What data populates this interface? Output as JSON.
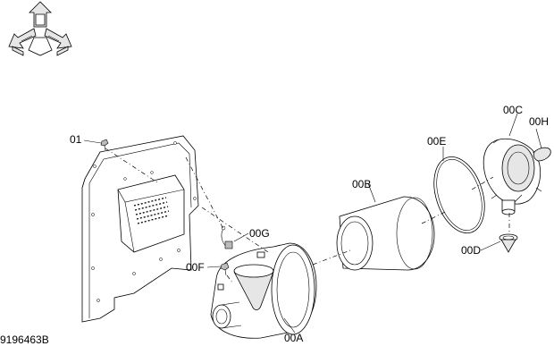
{
  "labels": {
    "p01": "01",
    "p00A": "00A",
    "p00B": "00B",
    "p00C": "00C",
    "p00D": "00D",
    "p00E": "00E",
    "p00F": "00F",
    "p00G": "00G",
    "p00H": "00H"
  },
  "drawing_number": "9196463B",
  "orientation_icon": {
    "name": "orientation-arrows-icon"
  }
}
